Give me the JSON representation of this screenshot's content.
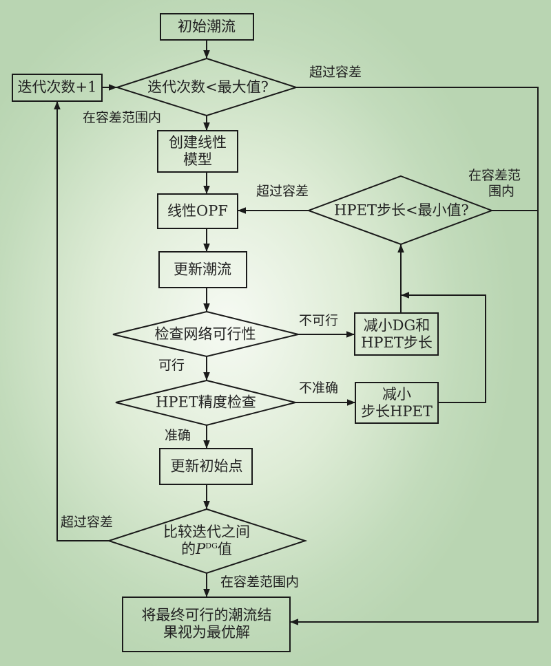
{
  "diagram": {
    "nodes": {
      "start": {
        "type": "process",
        "lines": [
          "初始潮流"
        ]
      },
      "iter_check": {
        "type": "decision",
        "lines": [
          "迭代次数<最大值?"
        ]
      },
      "iter_inc": {
        "type": "process",
        "lines": [
          "迭代次数+1"
        ]
      },
      "build_model": {
        "type": "process",
        "lines": [
          "创建线性",
          "模型"
        ]
      },
      "linear_opf": {
        "type": "process",
        "lines": [
          "线性OPF"
        ]
      },
      "hpet_min": {
        "type": "decision",
        "lines": [
          "HPET步长<最小值?"
        ]
      },
      "update_flow": {
        "type": "process",
        "lines": [
          "更新潮流"
        ]
      },
      "feasibility": {
        "type": "decision",
        "lines": [
          "检查网络可行性"
        ]
      },
      "reduce_dg": {
        "type": "process",
        "lines": [
          "减小DG和",
          "HPET步长"
        ]
      },
      "accuracy": {
        "type": "decision",
        "lines": [
          "HPET精度检查"
        ]
      },
      "reduce_step": {
        "type": "process",
        "lines": [
          "减小",
          "步长HPET"
        ]
      },
      "update_start": {
        "type": "process",
        "lines": [
          "更新初始点"
        ]
      },
      "compare": {
        "type": "decision",
        "line1": "比较迭代之间",
        "line2_prefix": "的",
        "line2_var": "P",
        "line2_sup": "DG",
        "line2_suffix": "值"
      },
      "final": {
        "type": "process",
        "lines": [
          "将最终可行的潮流结",
          "果视为最优解"
        ]
      }
    },
    "edge_labels": {
      "iter_exceed": "超过容差",
      "iter_within": "在容差范围内",
      "hpet_exceed": "超过容差",
      "hpet_within_1": "在容差范",
      "hpet_within_2": "围内",
      "infeasible": "不可行",
      "feasible": "可行",
      "inaccurate": "不准确",
      "accurate": "准确",
      "compare_exceed": "超过容差",
      "compare_within": "在容差范围内"
    },
    "colors": {
      "line": "#1a1a1a",
      "box_fill": "none",
      "background_center": "#f6faf3",
      "background_edge": "#b9d5b2"
    }
  }
}
